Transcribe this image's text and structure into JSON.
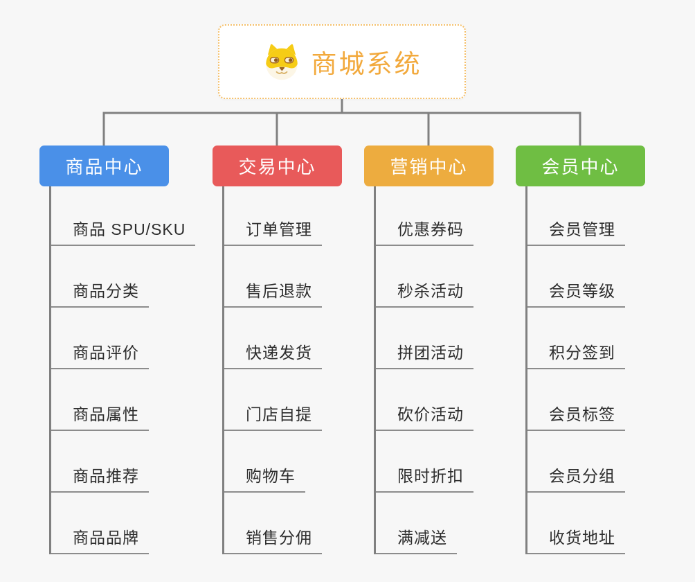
{
  "root": {
    "title": "商城系统",
    "icon": "shiba-dog-icon",
    "text_color": "#f2a93c",
    "border_color": "#f5c06b"
  },
  "colors": {
    "background": "#f7f7f7",
    "connector": "#808080",
    "leaf_underline": "#8c8c8c",
    "leaf_text": "#2d2d2d"
  },
  "branches": [
    {
      "label": "商品中心",
      "color": "#4a90e8",
      "items": [
        "商品 SPU/SKU",
        "商品分类",
        "商品评价",
        "商品属性",
        "商品推荐",
        "商品品牌"
      ]
    },
    {
      "label": "交易中心",
      "color": "#e85a5a",
      "items": [
        "订单管理",
        "售后退款",
        "快递发货",
        "门店自提",
        "购物车",
        "销售分佣"
      ]
    },
    {
      "label": "营销中心",
      "color": "#edac3f",
      "items": [
        "优惠券码",
        "秒杀活动",
        "拼团活动",
        "砍价活动",
        "限时折扣",
        "满减送"
      ]
    },
    {
      "label": "会员中心",
      "color": "#6fbe43",
      "items": [
        "会员管理",
        "会员等级",
        "积分签到",
        "会员标签",
        "会员分组",
        "收货地址"
      ]
    }
  ]
}
